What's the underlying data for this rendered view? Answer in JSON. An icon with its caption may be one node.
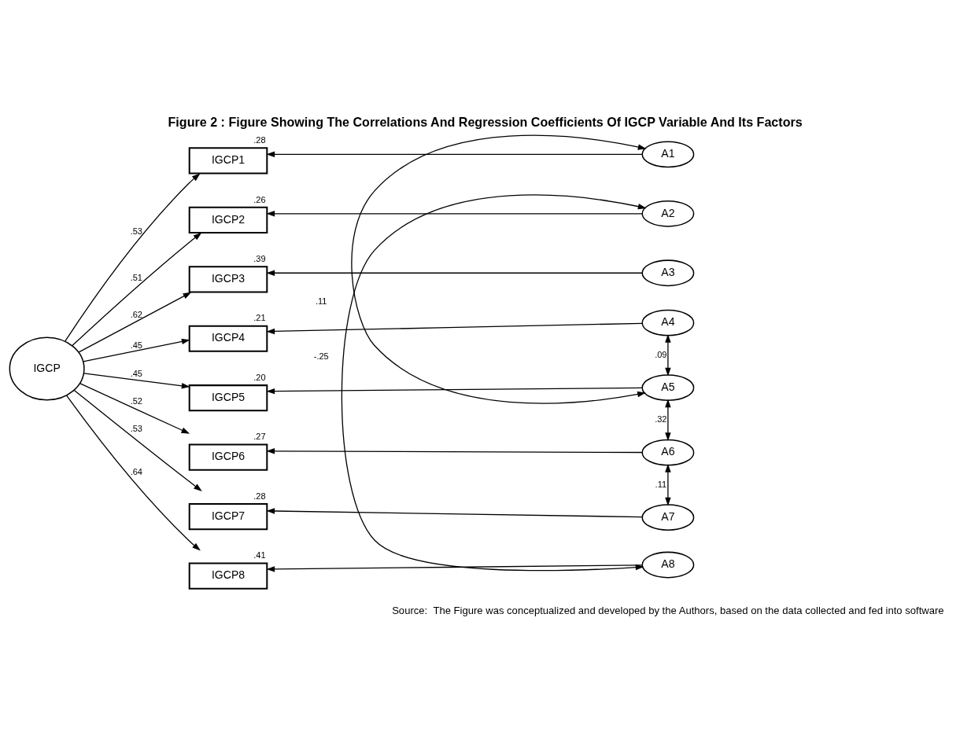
{
  "diagram": {
    "title": "Figure 2 : Figure Showing The Correlations And Regression Coefficients Of IGCP Variable And Its Factors",
    "caption": "Source:  The Figure was conceptualized and developed by the Authors, based on the data collected and fed into software",
    "nodes": [
      {
        "text": [
          "IGCP"
        ]
      },
      {
        "text": [
          "IGCP1"
        ],
        "beside": [
          ".28"
        ]
      },
      {
        "text": [
          "IGCP2"
        ],
        "beside": [
          ".26"
        ]
      },
      {
        "text": [
          "IGCP3"
        ],
        "beside": [
          ".39"
        ]
      },
      {
        "text": [
          "IGCP4"
        ],
        "beside": [
          ".21"
        ]
      },
      {
        "text": [
          "IGCP5"
        ],
        "beside": [
          ".20"
        ]
      },
      {
        "text": [
          "IGCP6"
        ],
        "beside": [
          ".27"
        ]
      },
      {
        "text": [
          "IGCP7"
        ],
        "beside": [
          ".28"
        ]
      },
      {
        "text": [
          "IGCP8"
        ],
        "beside": [
          ".41"
        ]
      },
      {
        "text": [
          "A1"
        ]
      },
      {
        "text": [
          "A2"
        ]
      },
      {
        "text": [
          "A3"
        ]
      },
      {
        "text": [
          "A4"
        ]
      },
      {
        "text": [
          "A5"
        ]
      },
      {
        "text": [
          "A6"
        ]
      },
      {
        "text": [
          "A7"
        ]
      },
      {
        "text": [
          "A8"
        ]
      }
    ],
    "edges": [
      {
        "from": 0,
        "to": 1,
        "arrow": "to",
        "label": ".53"
      },
      {
        "from": 0,
        "to": 2,
        "arrow": "to",
        "label": ".51"
      },
      {
        "from": 0,
        "to": 3,
        "arrow": "to",
        "label": ".62"
      },
      {
        "from": 0,
        "to": 4,
        "arrow": "to",
        "label": ".45"
      },
      {
        "from": 0,
        "to": 5,
        "arrow": "to",
        "label": ".45"
      },
      {
        "from": 0,
        "to": 6,
        "arrow": "to",
        "label": ".52"
      },
      {
        "from": 0,
        "to": 7,
        "arrow": "to",
        "label": ".53"
      },
      {
        "from": 0,
        "to": 8,
        "arrow": "to",
        "label": ".64"
      },
      {
        "from": 9,
        "to": 1,
        "arrow": "to"
      },
      {
        "from": 10,
        "to": 2,
        "arrow": "to"
      },
      {
        "from": 11,
        "to": 3,
        "arrow": "to"
      },
      {
        "from": 12,
        "to": 4,
        "arrow": "to"
      },
      {
        "from": 13,
        "to": 5,
        "arrow": "to"
      },
      {
        "from": 14,
        "to": 6,
        "arrow": "to"
      },
      {
        "from": 15,
        "to": 7,
        "arrow": "to"
      },
      {
        "from": 16,
        "to": 8,
        "arrow": "to"
      },
      {
        "from": 9,
        "to": 13,
        "arrow": "both",
        "label": ".11"
      },
      {
        "from": 10,
        "to": 16,
        "arrow": "both",
        "label": "-.25"
      },
      {
        "from": 12,
        "to": 13,
        "arrow": "both",
        "label": ".09"
      },
      {
        "from": 13,
        "to": 14,
        "arrow": "both",
        "label": ".32"
      },
      {
        "from": 14,
        "to": 15,
        "arrow": "both",
        "label": ".11"
      }
    ]
  }
}
